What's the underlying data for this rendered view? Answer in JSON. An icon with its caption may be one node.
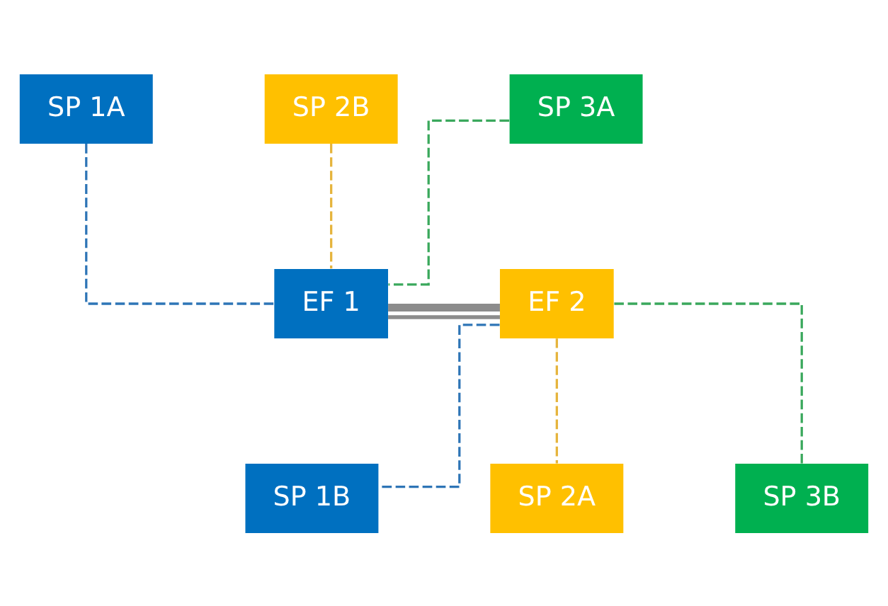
{
  "diagram": {
    "nodes": [
      {
        "text": [
          "SP 1A"
        ]
      },
      {
        "text": [
          "SP 2B"
        ]
      },
      {
        "text": [
          "SP 3A"
        ]
      },
      {
        "text": [
          "EF 1"
        ]
      },
      {
        "text": [
          "EF 2"
        ]
      },
      {
        "text": [
          "SP 1B"
        ]
      },
      {
        "text": [
          "SP 2A"
        ]
      },
      {
        "text": [
          "SP 3B"
        ]
      }
    ],
    "edges": [
      {
        "from": 0,
        "to": 3,
        "arrow": "none",
        "style": "dashed",
        "color": "#2e75b6"
      },
      {
        "from": 1,
        "to": 3,
        "arrow": "none",
        "style": "dashed",
        "color": "#e6b43c"
      },
      {
        "from": 2,
        "to": 3,
        "arrow": "none",
        "style": "dashed",
        "color": "#3aa85c"
      },
      {
        "from": 3,
        "to": 4,
        "arrow": "none",
        "style": "thick",
        "color": "#8c8c8c"
      },
      {
        "from": 4,
        "to": 7,
        "arrow": "none",
        "style": "dashed",
        "color": "#3aa85c"
      },
      {
        "from": 4,
        "to": 5,
        "arrow": "none",
        "style": "dashed",
        "color": "#2e75b6"
      },
      {
        "from": 4,
        "to": 6,
        "arrow": "none",
        "style": "dashed",
        "color": "#e6b43c"
      }
    ]
  }
}
